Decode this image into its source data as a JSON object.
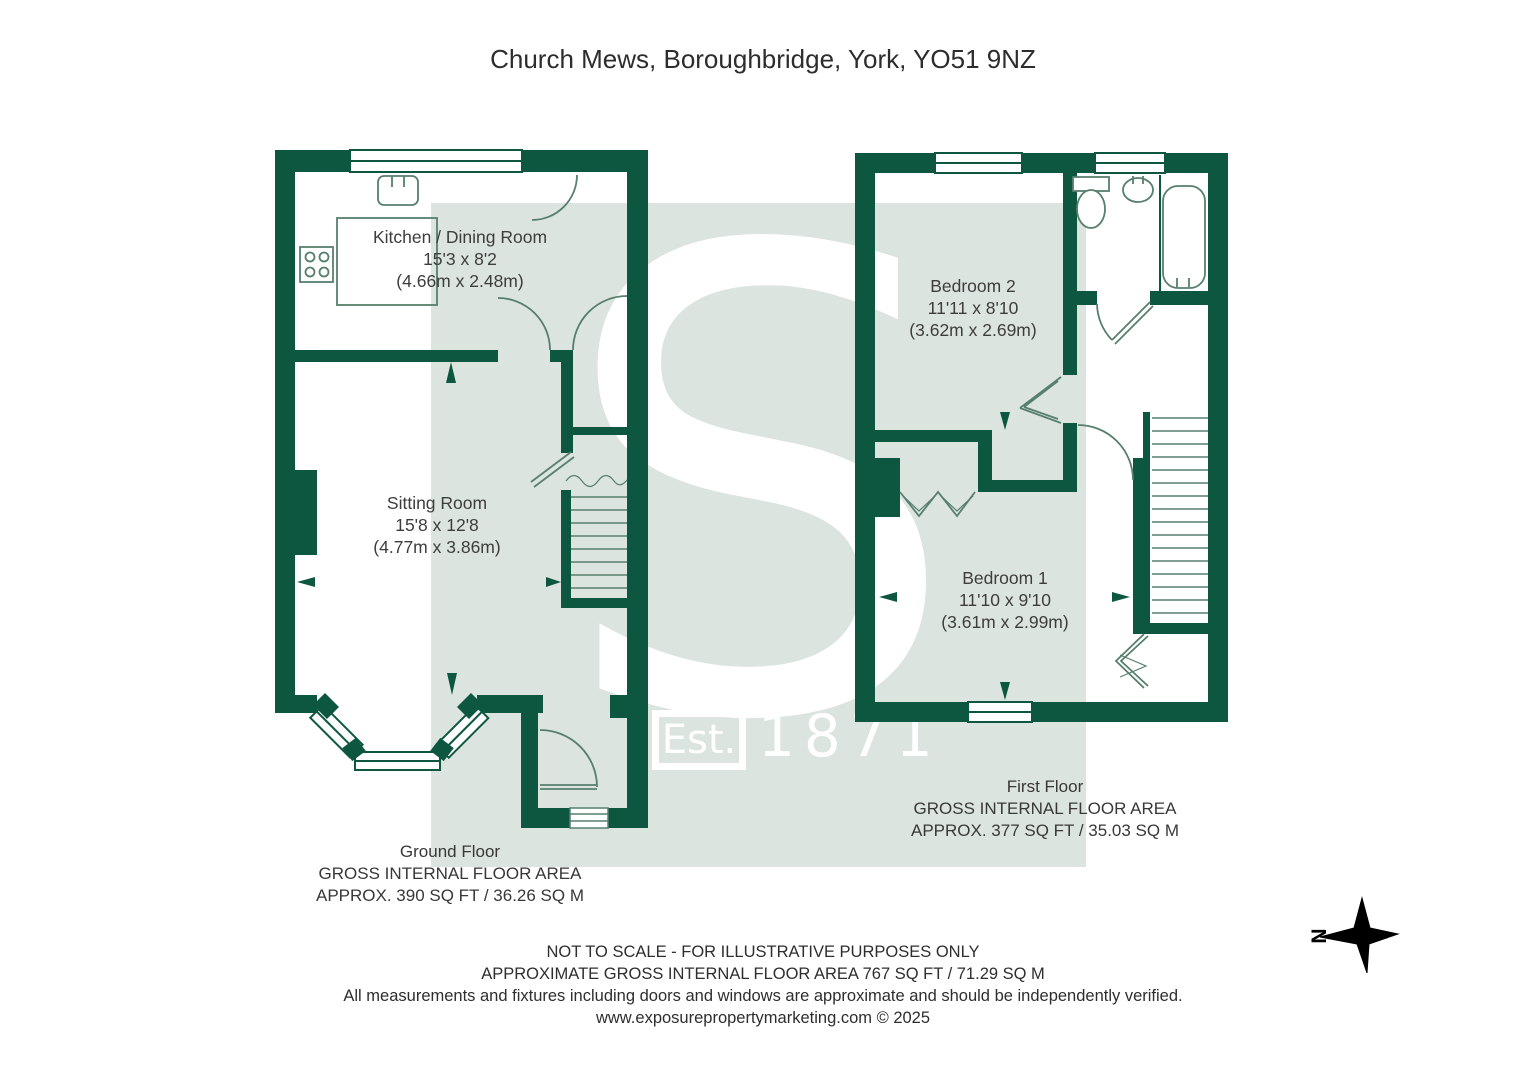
{
  "title": "Church Mews, Boroughbridge, York, YO51 9NZ",
  "colors": {
    "wall_green": "#0d5740",
    "fixture_line": "#577f6e",
    "watermark_bg": "#dce4e0",
    "label_text": "#3d3d3d",
    "compass_black": "#000000"
  },
  "watermark": {
    "letter": "S",
    "est_label": "Est.",
    "year": "1871"
  },
  "ground_floor": {
    "rooms": [
      {
        "name": "Kitchen / Dining Room",
        "dimensions_imperial": "15'3 x 8'2",
        "dimensions_metric": "(4.66m x 2.48m)"
      },
      {
        "name": "Sitting Room",
        "dimensions_imperial": "15'8 x 12'8",
        "dimensions_metric": "(4.77m x 3.86m)"
      }
    ],
    "label": {
      "floor_name": "Ground Floor",
      "line2": "GROSS INTERNAL FLOOR AREA",
      "line3": "APPROX. 390 SQ FT / 36.26 SQ M"
    }
  },
  "first_floor": {
    "rooms": [
      {
        "name": "Bedroom 2",
        "dimensions_imperial": "11'11 x 8'10",
        "dimensions_metric": "(3.62m x 2.69m)"
      },
      {
        "name": "Bedroom 1",
        "dimensions_imperial": "11'10 x 9'10",
        "dimensions_metric": "(3.61m x 2.99m)"
      }
    ],
    "label": {
      "floor_name": "First Floor",
      "line2": "GROSS INTERNAL FLOOR AREA",
      "line3": "APPROX. 377 SQ FT / 35.03 SQ M"
    }
  },
  "footer": {
    "line1": "NOT TO SCALE - FOR ILLUSTRATIVE PURPOSES ONLY",
    "line2": "APPROXIMATE GROSS INTERNAL FLOOR AREA 767 SQ FT / 71.29 SQ M",
    "line3": "All measurements and fixtures including doors and windows are approximate and should be independently verified.",
    "line4": "www.exposurepropertymarketing.com © 2025"
  },
  "compass": {
    "north_label": "N"
  }
}
